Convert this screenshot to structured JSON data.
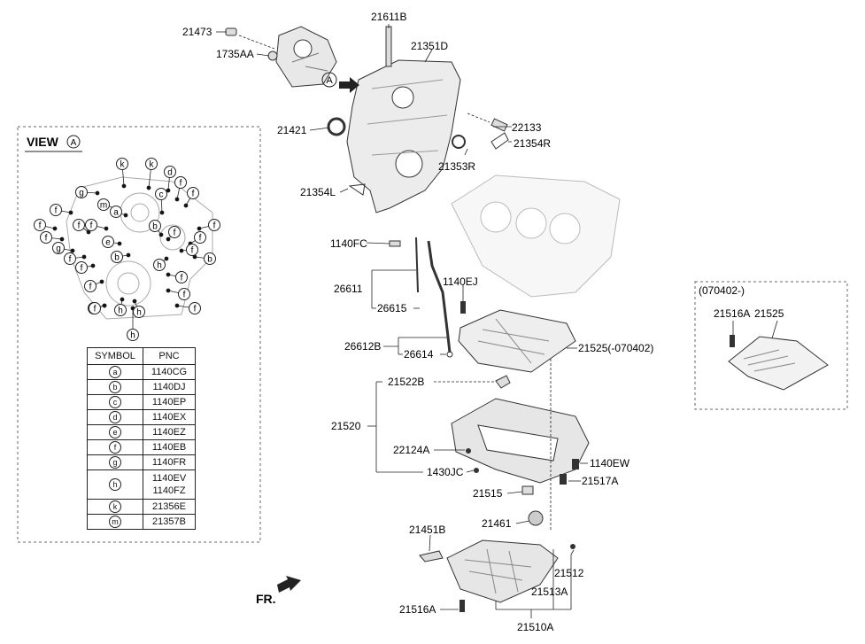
{
  "view": {
    "title": "VIEW",
    "badge": "A"
  },
  "arrow_label": "A",
  "fr_label": "FR.",
  "inset": {
    "title": "(070402-)",
    "labels": [
      "21516A",
      "21525"
    ]
  },
  "table": {
    "headers": [
      "SYMBOL",
      "PNC"
    ],
    "rows": [
      {
        "symbol": "a",
        "pnc": "1140CG"
      },
      {
        "symbol": "b",
        "pnc": "1140DJ"
      },
      {
        "symbol": "c",
        "pnc": "1140EP"
      },
      {
        "symbol": "d",
        "pnc": "1140EX"
      },
      {
        "symbol": "e",
        "pnc": "1140EZ"
      },
      {
        "symbol": "f",
        "pnc": "1140EB"
      },
      {
        "symbol": "g",
        "pnc": "1140FR"
      },
      {
        "symbol": "h",
        "pnc": "1140EV 1140FZ"
      },
      {
        "symbol": "k",
        "pnc": "21356E"
      },
      {
        "symbol": "m",
        "pnc": "21357B"
      }
    ]
  },
  "parts": [
    "21473",
    "1735AA",
    "21611B",
    "21351D",
    "21421",
    "22133",
    "21354R",
    "21353R",
    "21354L",
    "1140FC",
    "26611",
    "26615",
    "1140EJ",
    "26612B",
    "26614",
    "21525(-070402)",
    "21522B",
    "21520",
    "22124A",
    "1430JC",
    "1140EW",
    "21517A",
    "21515",
    "21461",
    "21451B",
    "21512",
    "21513A",
    "21516A",
    "21510A"
  ],
  "view_symbols": [
    "k",
    "k",
    "g",
    "m",
    "d",
    "c",
    "f",
    "f",
    "f",
    "f",
    "f",
    "a",
    "f",
    "e",
    "f",
    "f",
    "f",
    "g",
    "f",
    "b",
    "b",
    "b",
    "f",
    "f",
    "f",
    "h",
    "f",
    "f",
    "f",
    "f",
    "h",
    "h",
    "h",
    "f",
    "f"
  ]
}
